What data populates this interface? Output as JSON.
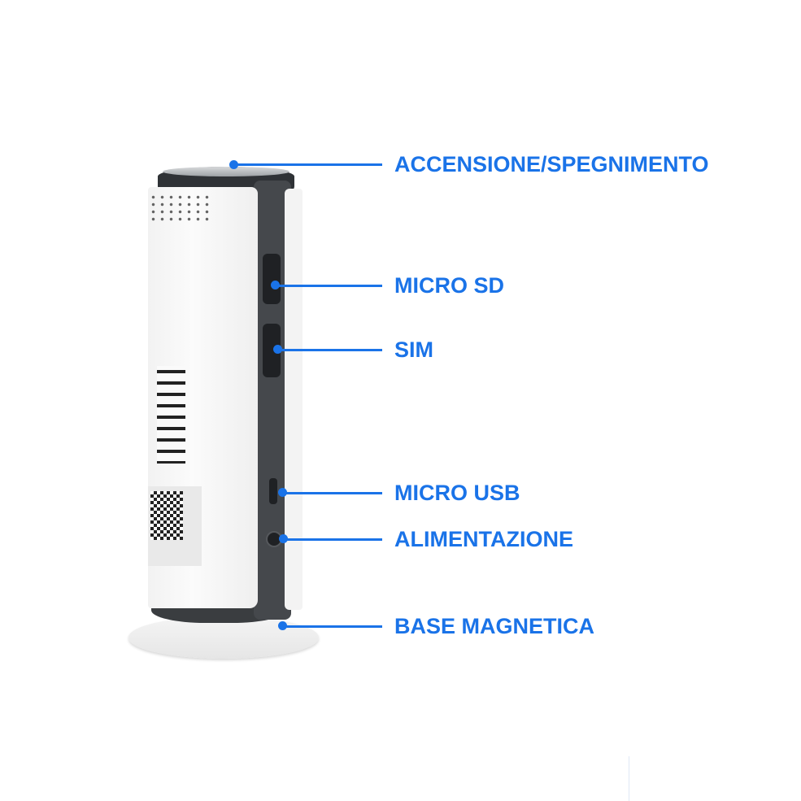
{
  "accent_color": "#1a73e8",
  "callouts": [
    {
      "label": "ACCENSIONE/SPEGNIMENTO"
    },
    {
      "label": "MICRO SD"
    },
    {
      "label": "SIM"
    },
    {
      "label": "MICRO USB"
    },
    {
      "label": "ALIMENTAZIONE"
    },
    {
      "label": "BASE MAGNETICA"
    }
  ]
}
